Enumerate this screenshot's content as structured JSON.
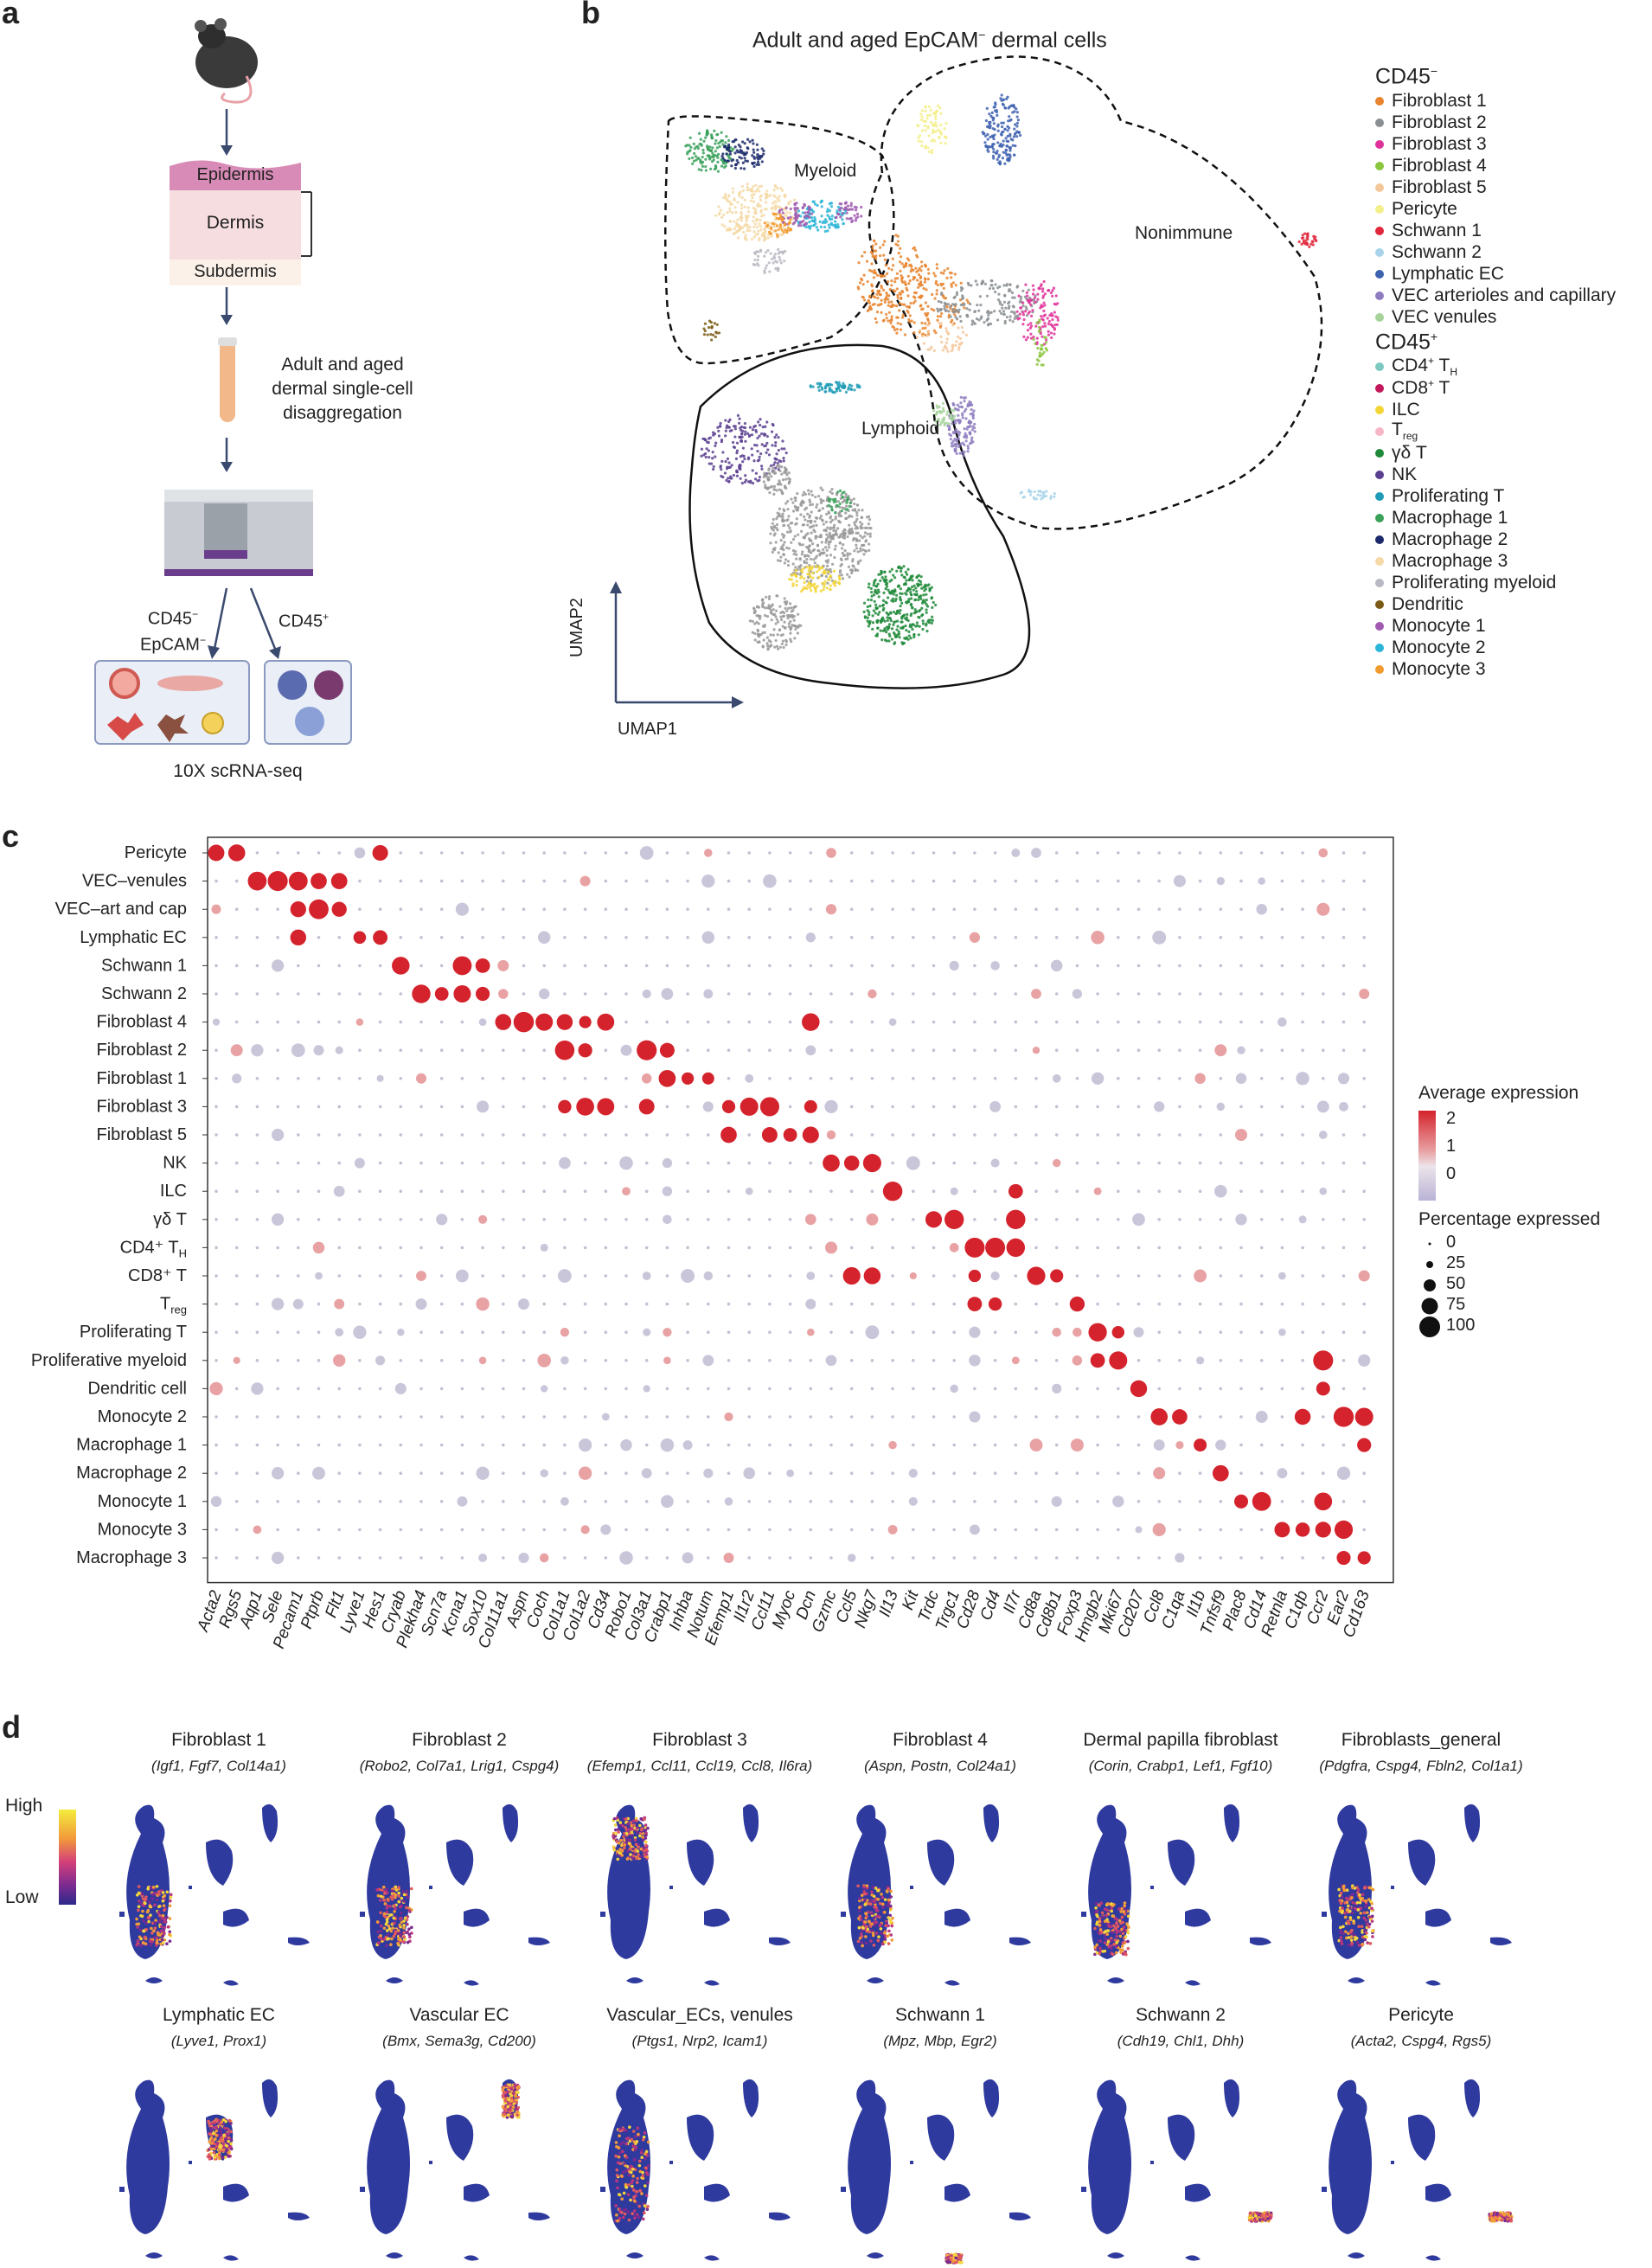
{
  "panel_a": {
    "letter": "a",
    "layers": {
      "epidermis": "Epidermis",
      "dermis": "Dermis",
      "subdermis": "Subdermis"
    },
    "tube_text": [
      "Adult and aged",
      "dermal single-cell",
      "disaggregation"
    ],
    "branch_left": [
      "CD45",
      "EpCAM"
    ],
    "branch_left_sup": "−",
    "branch_right": "CD45",
    "branch_right_sup": "+",
    "method": "10X scRNA-seq"
  },
  "panel_b": {
    "letter": "b",
    "title": "Adult and aged EpCAM",
    "title_sup": "−",
    "title_suffix": " dermal cells",
    "regions": {
      "myeloid": "Myeloid",
      "nonimmune": "Nonimmune",
      "lymphoid": "Lymphoid"
    },
    "axis_x": "UMAP1",
    "axis_y": "UMAP2",
    "legend_groups": [
      {
        "head": "CD45",
        "sup": "−",
        "items": [
          {
            "label": "Fibroblast 1",
            "color": "#e8842e"
          },
          {
            "label": "Fibroblast 2",
            "color": "#8a8f93"
          },
          {
            "label": "Fibroblast 3",
            "color": "#e0329a"
          },
          {
            "label": "Fibroblast 4",
            "color": "#8cc63e"
          },
          {
            "label": "Fibroblast 5",
            "color": "#f3c79a"
          },
          {
            "label": "Pericyte",
            "color": "#f3ef8a"
          },
          {
            "label": "Schwann 1",
            "color": "#e0263a"
          },
          {
            "label": "Schwann 2",
            "color": "#a8d3ea"
          },
          {
            "label": "Lymphatic EC",
            "color": "#3e62b0"
          },
          {
            "label": "VEC arterioles and capillary",
            "color": "#8e7cbf"
          },
          {
            "label": "VEC venules",
            "color": "#a6d39b"
          }
        ]
      },
      {
        "head": "CD45",
        "sup": "+",
        "items": [
          {
            "label": "CD4",
            "sup": "+",
            "label_tail": " T",
            "sub": "H",
            "color": "#7cc9c2"
          },
          {
            "label": "CD8",
            "sup": "+",
            "label_tail": " T",
            "color": "#c2185b"
          },
          {
            "label": "ILC",
            "color": "#f2d535"
          },
          {
            "label": "T",
            "sub": "reg",
            "color": "#f6b6c8"
          },
          {
            "label": "γδ T",
            "color": "#1f8a3a"
          },
          {
            "label": "NK",
            "color": "#5b3f91"
          },
          {
            "label": "Proliferating T",
            "color": "#1f9bb5"
          },
          {
            "label": "Macrophage 1",
            "color": "#3aa15b"
          },
          {
            "label": "Macrophage 2",
            "color": "#1c2a6b"
          },
          {
            "label": "Macrophage 3",
            "color": "#f5d9a6"
          },
          {
            "label": "Proliferating myeloid",
            "color": "#b8b8c2"
          },
          {
            "label": "Dendritic",
            "color": "#7a5a14"
          },
          {
            "label": "Monocyte 1",
            "color": "#a05ab0"
          },
          {
            "label": "Monocyte 2",
            "color": "#2bb5d8"
          },
          {
            "label": "Monocyte 3",
            "color": "#f29a2e"
          }
        ]
      }
    ]
  },
  "panel_c": {
    "letter": "c",
    "rows": [
      "Pericyte",
      "VEC–venules",
      "VEC–art and cap",
      "Lymphatic EC",
      "Schwann 1",
      "Schwann 2",
      "Fibroblast 4",
      "Fibroblast 2",
      "Fibroblast 1",
      "Fibroblast 3",
      "Fibroblast 5",
      "NK",
      "ILC",
      "γδ T",
      "CD4⁺ T",
      "CD8⁺ T",
      "T",
      "Proliferating T",
      "Proliferative myeloid",
      "Dendritic cell",
      "Monocyte 2",
      "Macrophage 1",
      "Macrophage 2",
      "Monocyte 1",
      "Monocyte 3",
      "Macrophage 3"
    ],
    "row_subs": {
      "14": "H",
      "16": "reg"
    },
    "genes": [
      "Acta2",
      "Rgs5",
      "Aqp1",
      "Sele",
      "Pecam1",
      "Ptprb",
      "Flt1",
      "Lyve1",
      "Hes1",
      "Cryab",
      "Plekha4",
      "Scn7a",
      "Kcna1",
      "Sox10",
      "Col11a1",
      "Aspn",
      "Coch",
      "Col1a1",
      "Col1a2",
      "Cd34",
      "Robo1",
      "Col3a1",
      "Crabp1",
      "Inhba",
      "Notum",
      "Efemp1",
      "Il1r2",
      "Ccl11",
      "Myoc",
      "Dcn",
      "Gzmc",
      "Ccl5",
      "Nkg7",
      "Il13",
      "Kit",
      "Trdc",
      "Trgc1",
      "Cd28",
      "Cd4",
      "Il7r",
      "Cd8a",
      "Cd8b1",
      "Foxp3",
      "Hmgb2",
      "Mki67",
      "Cd207",
      "Ccl8",
      "C1qa",
      "Il1b",
      "Tnfsf9",
      "Plac8",
      "Cd14",
      "Retnla",
      "C1qb",
      "Ccr2",
      "Ear2",
      "Cd163"
    ],
    "legend_expr_title": "Average expression",
    "legend_expr_ticks": [
      "2",
      "1",
      "0"
    ],
    "legend_pct_title": "Percentage expressed",
    "legend_pct_ticks": [
      "0",
      "25",
      "50",
      "75",
      "100"
    ]
  },
  "panel_d": {
    "letter": "d",
    "scale_high": "High",
    "scale_low": "Low",
    "row1": [
      {
        "title": "Fibroblast 1",
        "genes": "(Igf1, Fgf7, Col14a1)",
        "focus": "fib"
      },
      {
        "title": "Fibroblast 2",
        "genes": "(Robo2, Col7a1, Lrig1, Cspg4)",
        "focus": "fib"
      },
      {
        "title": "Fibroblast 3",
        "genes": "(Efemp1, Ccl11, Ccl19, Ccl8, Il6ra)",
        "focus": "fibtop"
      },
      {
        "title": "Fibroblast 4",
        "genes": "(Aspn, Postn, Col24a1)",
        "focus": "fib"
      },
      {
        "title": "Dermal papilla fibroblast",
        "genes": "(Corin, Crabp1, Lef1, Fgf10)",
        "focus": "fiblow"
      },
      {
        "title": "Fibroblasts_general",
        "genes": "(Pdgfra, Cspg4, Fbln2, Col1a1)",
        "focus": "fib"
      }
    ],
    "row2": [
      {
        "title": "Lymphatic EC",
        "genes": "(Lyve1, Prox1)",
        "focus": "lymph"
      },
      {
        "title": "Vascular EC",
        "genes": "(Bmx, Sema3g, Cd200)",
        "focus": "vec"
      },
      {
        "title": "Vascular_ECs, venules",
        "genes": "(Ptgs1, Nrp2, Icam1)",
        "focus": "ven"
      },
      {
        "title": "Schwann 1",
        "genes": "(Mpz, Mbp, Egr2)",
        "focus": "sch1"
      },
      {
        "title": "Schwann 2",
        "genes": "(Cdh19, Chl1, Dhh)",
        "focus": "sch2"
      },
      {
        "title": "Pericyte",
        "genes": "(Acta2, Cspg4, Rgs5)",
        "focus": "peri"
      }
    ]
  }
}
